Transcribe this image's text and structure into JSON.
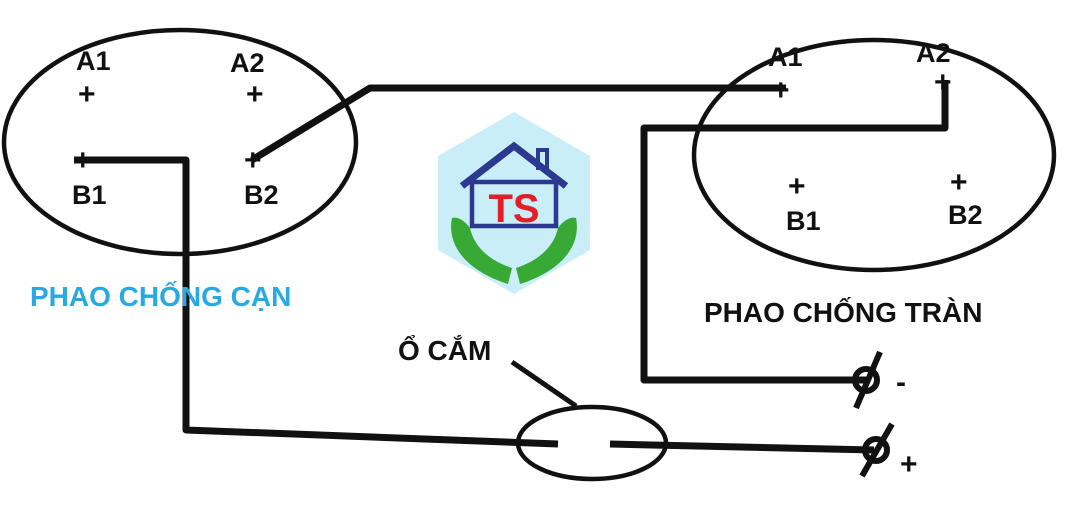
{
  "left_float": {
    "title": "PHAO CHỐNG CẠN",
    "title_color": "#29a9e1",
    "terminals": {
      "a1": {
        "name": "A1",
        "sign": "+"
      },
      "a2": {
        "name": "A2",
        "sign": "+"
      },
      "b1": {
        "name": "B1",
        "sign": "+"
      },
      "b2": {
        "name": "B2",
        "sign": "+"
      }
    }
  },
  "right_float": {
    "title": "PHAO CHỐNG TRÀN",
    "terminals": {
      "a1": {
        "name": "A1",
        "sign": "+"
      },
      "a2": {
        "name": "A2",
        "sign": "+"
      },
      "b1": {
        "name": "B1",
        "sign": "+"
      },
      "b2": {
        "name": "B2",
        "sign": "+"
      }
    }
  },
  "socket": {
    "label": "Ổ CẮM"
  },
  "power": {
    "negative_label": "-",
    "positive_label": "+"
  },
  "logo": {
    "text": "TS",
    "text_color": "#e21f26",
    "house_color": "#2b3990",
    "hands_color": "#39a935",
    "background_color": "#c9eef8"
  }
}
